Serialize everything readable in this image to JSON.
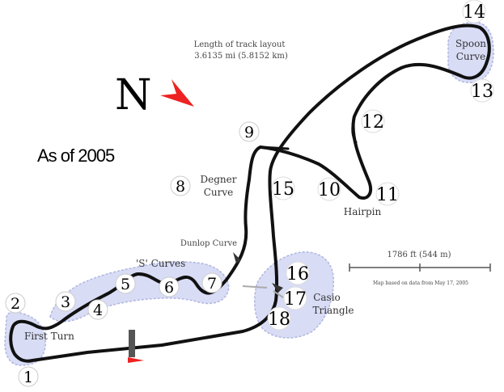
{
  "map": {
    "north_letter": "N",
    "year_label": "As of 2005",
    "length_line1": "Length of track layout",
    "length_line2": "3.6135 mi (5.8152 km)",
    "scale_label": "1786 ft (544 m)",
    "scale_note": "Map based on data from May 17, 2005",
    "areas": {
      "first_turn": "First Turn",
      "s_curves": "'S' Curves",
      "dunlop_curve": "Dunlop Curve",
      "degner_line1": "Degner",
      "degner_line2": "Curve",
      "hairpin": "Hairpin",
      "spoon_line1": "Spoon",
      "spoon_line2": "Curve",
      "casio_line1": "Casio",
      "casio_line2": "Triangle"
    },
    "turns": [
      "1",
      "2",
      "3",
      "4",
      "5",
      "6",
      "7",
      "8",
      "9",
      "10",
      "11",
      "12",
      "13",
      "14",
      "15",
      "16",
      "17",
      "18"
    ],
    "colors": {
      "track": "#111111",
      "highlight_fill": "#d8dcf5",
      "highlight_stroke": "#b0b6e0",
      "north_arrow": "#ee2222",
      "start_marker": "#555555",
      "start_flag": "#ee2222"
    }
  }
}
